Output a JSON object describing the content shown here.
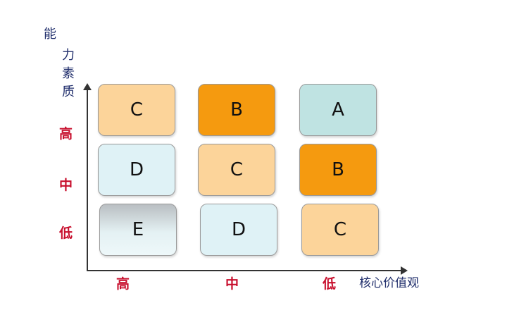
{
  "y_axis_title": [
    "能",
    "力",
    "素",
    "质"
  ],
  "x_axis_title": "核心价值观",
  "y_levels": [
    "高",
    "中",
    "低"
  ],
  "x_levels": [
    "高",
    "中",
    "低"
  ],
  "grid": [
    [
      "C",
      "B",
      "A"
    ],
    [
      "D",
      "C",
      "B"
    ],
    [
      "E",
      "D",
      "C"
    ]
  ],
  "colors": {
    "A": "#bfe3e2",
    "B": "#f59a0f",
    "C": "#fcd49a",
    "D": "#dff2f6",
    "E": "#c8cfd3",
    "tick_text": "#c8102e",
    "axis_title_text": "#1f2d6b"
  }
}
